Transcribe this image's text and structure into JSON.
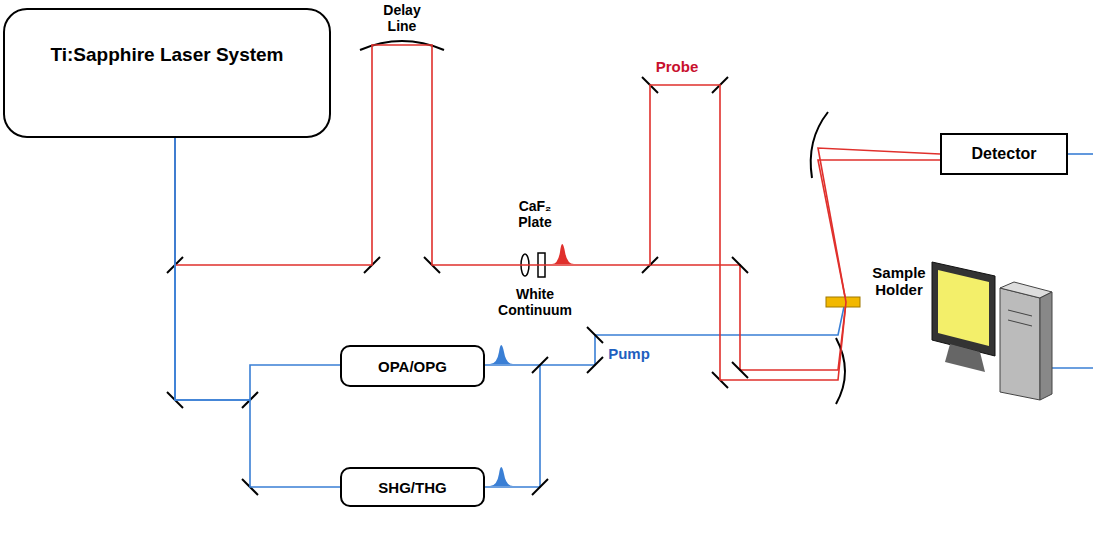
{
  "diagram": {
    "nodes": [
      {
        "text": [
          "Ti:Sapphire Laser System"
        ]
      },
      {
        "text": [
          "Detector"
        ]
      },
      {
        "text": [
          "OPA/OPG"
        ]
      },
      {
        "text": [
          "SHG/THG"
        ]
      }
    ],
    "edges": [
      {
        "from": 0,
        "to": 1,
        "arrow": "none"
      },
      {
        "from": 0,
        "to": 2,
        "arrow": "none"
      },
      {
        "from": 0,
        "to": 3,
        "arrow": "none"
      }
    ],
    "labels": [
      "Delay Line",
      "CaF₂ Plate",
      "White Continuum",
      "Probe",
      "Pump",
      "Sample Holder"
    ]
  }
}
